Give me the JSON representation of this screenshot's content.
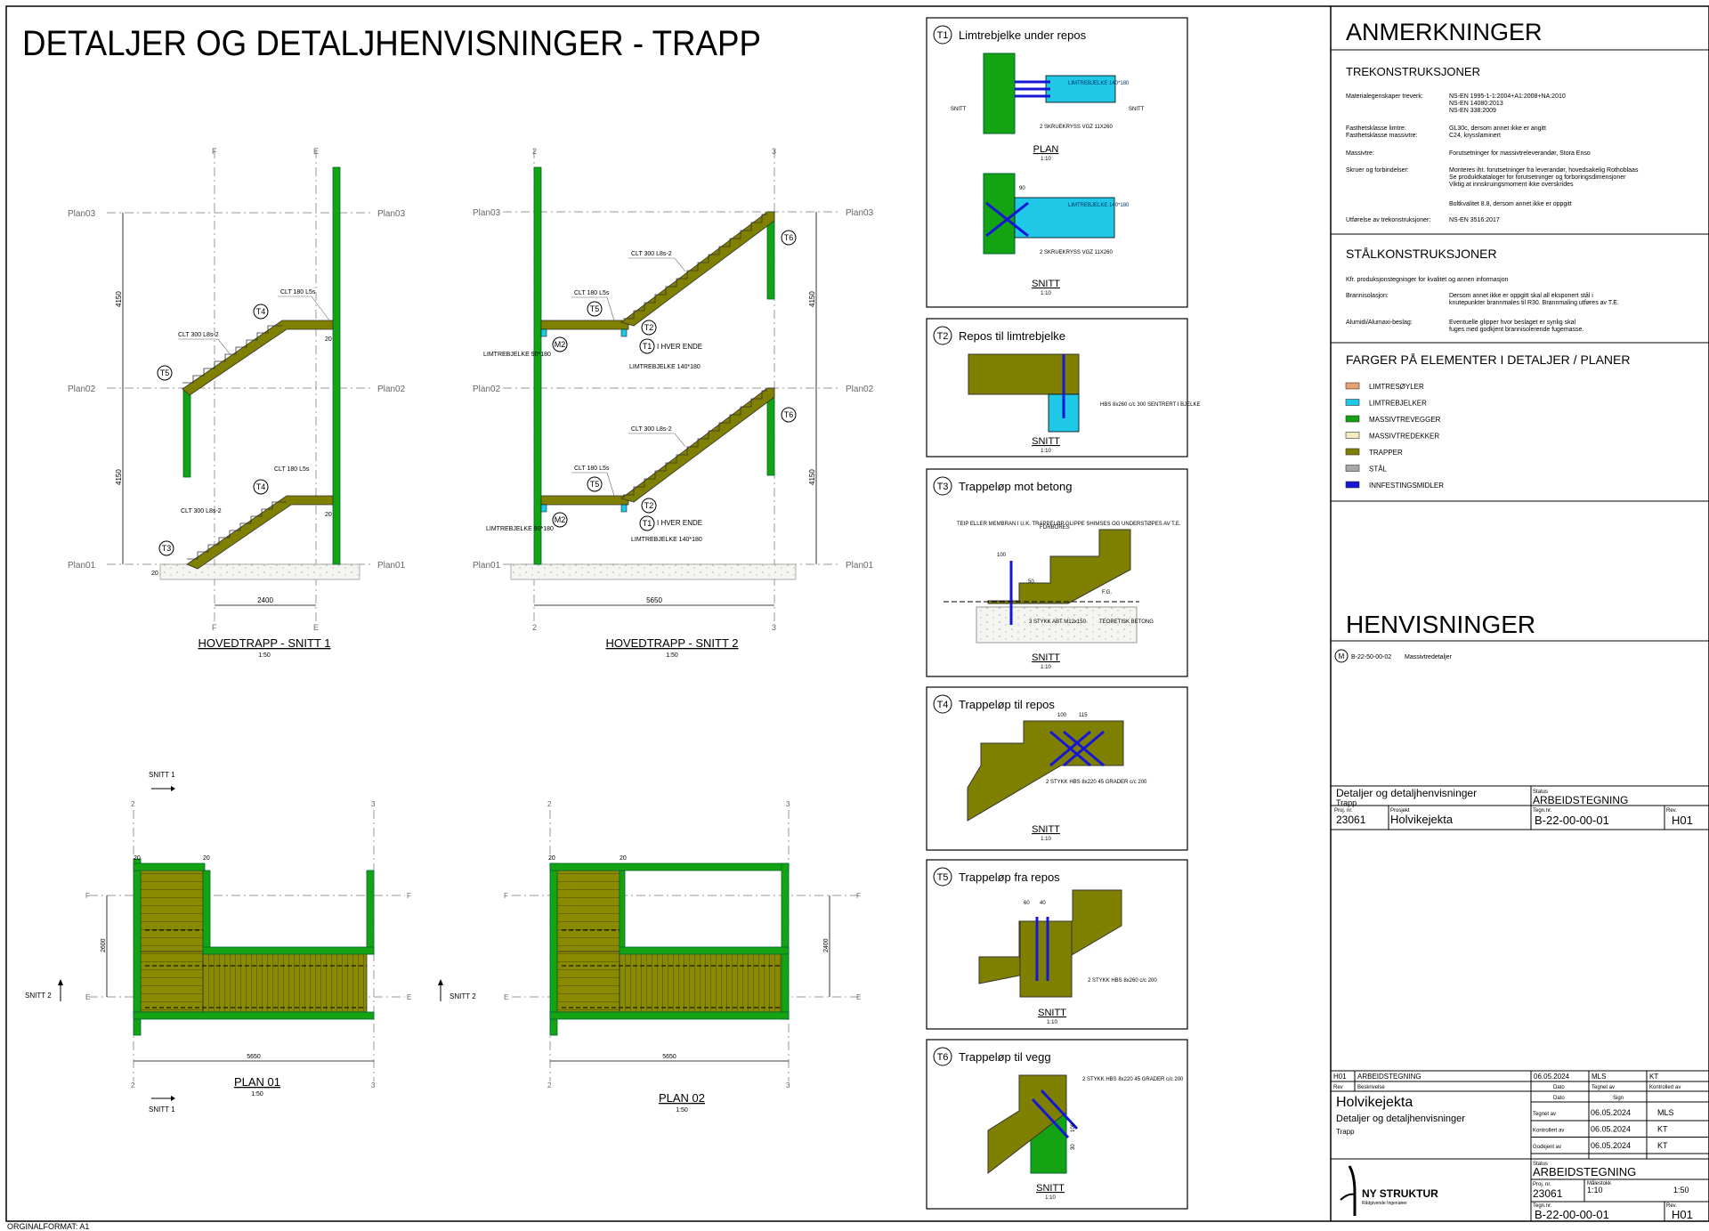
{
  "sheet": {
    "title": "DETALJER OG DETALJHENVISNINGER - TRAPP",
    "original_format": "ORGINALFORMAT: A1"
  },
  "levels": {
    "plan03": "Plan03",
    "plan02": "Plan02",
    "plan01": "Plan01"
  },
  "section1": {
    "title": "HOVEDTRAPP - SNITT 1",
    "scale": "1:50",
    "grid_a": "F",
    "grid_b": "E",
    "height_dim": "4150",
    "width_dim": "2400",
    "label_clt180": "CLT 180 L5s",
    "label_clt300": "CLT 300 L8s-2",
    "slab_dim": "20",
    "tags": [
      "T3",
      "T4",
      "T5"
    ]
  },
  "section2": {
    "title": "HOVEDTRAPP - SNITT 2",
    "scale": "1:50",
    "grid_a": "2",
    "grid_b": "3",
    "height_dim": "4150",
    "width_dim": "5650",
    "label_clt180": "CLT 180 L5s",
    "label_clt300": "CLT 300 L8s-2",
    "label_beam_left": "LIMTREBJELKE 90*180",
    "label_beam_right": "LIMTREBJELKE 140*180",
    "i_hver_ende": "I HVER ENDE",
    "tags": [
      "T5",
      "T2",
      "T1",
      "T6",
      "M2"
    ]
  },
  "plan01": {
    "title": "PLAN 01",
    "scale": "1:50",
    "snitt1": "SNITT 1",
    "snitt2": "SNITT 2",
    "grid_2": "2",
    "grid_3": "3",
    "grid_f": "F",
    "grid_e": "E",
    "dim_h": "2600",
    "dim_w": "5650",
    "dim_small": "20"
  },
  "plan02": {
    "title": "PLAN 02",
    "scale": "1:50",
    "snitt2": "SNITT 2",
    "grid_2": "2",
    "grid_3": "3",
    "grid_f": "F",
    "grid_e": "E",
    "dim_h": "2400",
    "dim_w": "5650",
    "dim_small": "20"
  },
  "details": [
    {
      "tag": "T1",
      "title": "Limtrebjelke under repos",
      "view1": "PLAN",
      "view2": "SNITT",
      "scale": "1:10",
      "beam_label": "LIMTREBJELKE 140*180",
      "screws": "2 SKRUEKRYSS VGZ 11X260",
      "snitt": "SNITT",
      "dim": "90"
    },
    {
      "tag": "T2",
      "title": "Repos til limtrebjelke",
      "view": "SNITT",
      "scale": "1:10",
      "note": "HBS 8x260 c/c 300 SENTRERT I BJELKE"
    },
    {
      "tag": "T3",
      "title": "Trappeløp mot betong",
      "view": "SNITT",
      "scale": "1:10",
      "note1": "TEIP ELLER MEMBRAN I U.K. TRAPPELØP GLIPPE SHIMSES OG UNDERSTØPES AV T.E.",
      "note2": "FORBORES",
      "note3": "3 STYKK ABT M12x150",
      "note4": "TEORETISK BETONG",
      "fg": "F.G.",
      "dim1": "100",
      "dim2": "50"
    },
    {
      "tag": "T4",
      "title": "Trappeløp til repos",
      "view": "SNITT",
      "scale": "1:10",
      "note": "2 STYKK HBS 8x220 45 GRADER c/c 200",
      "dim1": "100",
      "dim2": "115"
    },
    {
      "tag": "T5",
      "title": "Trappeløp fra repos",
      "view": "SNITT",
      "scale": "1:10",
      "note": "2 STYKK HBS 8x260 c/c 200",
      "dim1": "60",
      "dim2": "40"
    },
    {
      "tag": "T6",
      "title": "Trappeløp til vegg",
      "view": "SNITT",
      "scale": "1:10",
      "note": "2 STYKK HBS 8x220 45 GRADER c/c 200",
      "dim1": "100",
      "dim2": "30"
    }
  ],
  "notes": {
    "title": "ANMERKNINGER",
    "wood_title": "TREKONSTRUKSJONER",
    "wood_rows": [
      {
        "k": "Materialegenskaper treverk:",
        "v": [
          "NS-EN 1995-1-1:2004+A1:2008+NA:2010",
          "NS-EN 14080:2013",
          "NS-EN 338:2009"
        ]
      },
      {
        "k": "Fasthetsklasse limtre:",
        "v": [
          "GL30c, dersom annet ikke er angitt"
        ]
      },
      {
        "k": "Fasthetsklasse massivtre:",
        "v": [
          "C24, krysslaminert"
        ]
      },
      {
        "k": "Massivtre:",
        "v": [
          "Forutsetninger for massivtreleverandør, Stora Enso"
        ]
      },
      {
        "k": "Skruer og forbindelser:",
        "v": [
          "Monteres iht. forutsetninger fra leverandør, hovedsakelig Rothoblaas",
          "Se produktkataloger for forutsetninger og forboringsdimensjoner",
          "Viktig at innskruingsmoment ikke overskrides"
        ]
      },
      {
        "k": "",
        "v": [
          "Boltkvalitet 8.8, dersom annet ikke er oppgitt"
        ]
      },
      {
        "k": "Utførelse av trekonstruksjoner:",
        "v": [
          "NS-EN 3516:2017"
        ]
      }
    ],
    "steel_title": "STÅLKONSTRUKSJONER",
    "steel_intro": "Kfr. produksjonstegninger for kvalitet og annen informasjon",
    "steel_rows": [
      {
        "k": "Brannisolasjon:",
        "v": [
          "Dersom annet ikke er oppgitt skal all eksponert stål i",
          "knutepunkter brannmales til R30. Brannmaling utføres av T.E."
        ]
      },
      {
        "k": "Alumidi/Alumaxi-beslag:",
        "v": [
          "Eventuelle glipper hvor beslaget er synlig skal",
          "fuges med godkjent brannisolerende fugemasse."
        ]
      }
    ],
    "colors_title": "FARGER PÅ ELEMENTER I DETALJER / PLANER",
    "legend": [
      {
        "label": "LIMTRESØYLER",
        "color": "#e8a070"
      },
      {
        "label": "LIMTREBJELKER",
        "color": "#1ec8e6"
      },
      {
        "label": "MASSIVTREVEGGER",
        "color": "#13a313"
      },
      {
        "label": "MASSIVTREDEKKER",
        "color": "#f3ecc0"
      },
      {
        "label": "TRAPPER",
        "color": "#808000"
      },
      {
        "label": "STÅL",
        "color": "#a8a8a8"
      },
      {
        "label": "INNFESTINGSMIDLER",
        "color": "#1616d6"
      }
    ]
  },
  "references": {
    "title": "HENVISNINGER",
    "items": [
      {
        "tag": "M",
        "code": "B-22-50-00-02",
        "text": "Massivtredetaljer"
      }
    ]
  },
  "titleblock_top": {
    "drawing_title": "Detaljer og detaljhenvisninger",
    "drawing_sub": "Trapp",
    "status_lbl": "Status",
    "status": "ARBEIDSTEGNING",
    "projnr_lbl": "Proj. nr.",
    "projnr": "23061",
    "project_lbl": "Prosjekt",
    "project": "Holvikejekta",
    "drawno_lbl": "Tegn.nr.",
    "drawno": "B-22-00-00-01",
    "rev_lbl": "Rev.",
    "rev": "H01"
  },
  "titleblock": {
    "rev_row": {
      "rev": "H01",
      "desc": "ARBEIDSTEGNING",
      "date": "06.05.2024",
      "drawn": "MLS",
      "checked": "KT"
    },
    "rev_headers": {
      "rev": "Rev",
      "desc": "Beskrivelse",
      "date": "Dato",
      "drawn": "Tegnet av",
      "checked": "Kontrollert av"
    },
    "sub_headers": {
      "date": "Dato",
      "sign": "Sign"
    },
    "project": "Holvikejekta",
    "drawing_title": "Detaljer og detaljhenvisninger",
    "drawing_sub": "Trapp",
    "sig_rows": [
      {
        "k": "Tegnet av",
        "date": "06.05.2024",
        "sign": "MLS"
      },
      {
        "k": "Kontrollert av",
        "date": "06.05.2024",
        "sign": "KT"
      },
      {
        "k": "Godkjent av",
        "date": "06.05.2024",
        "sign": "KT"
      }
    ],
    "status_lbl": "Status",
    "status": "ARBEIDSTEGNING",
    "projnr_lbl": "Proj. nr.",
    "projnr": "23061",
    "scale_lbl": "Målestokk",
    "scale1": "1:10",
    "scale2": "1:50",
    "drawno_lbl": "Tegn.nr.",
    "drawno": "B-22-00-00-01",
    "rev_lbl": "Rev.",
    "rev": "H01",
    "company": "NY STRUKTUR",
    "company_sub": "Rådgivende Ingeniører"
  }
}
